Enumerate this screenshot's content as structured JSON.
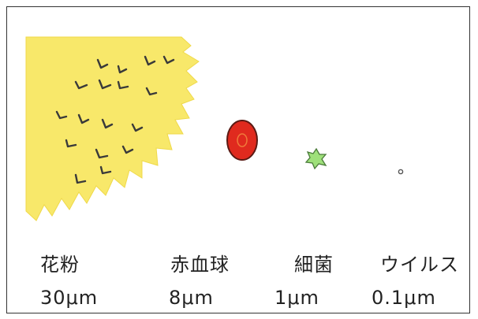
{
  "colors": {
    "pollen": "#f8e86a",
    "pollen_spike": "#efd94a",
    "pollen_mark": "#3a3a3a",
    "red_blood_cell": "#e02a1e",
    "red_blood_cell_highlight": "#f07a3a",
    "bacteria": "#9ee07a",
    "virus": "#555555"
  },
  "items": [
    {
      "name": "花粉",
      "size": "30μm"
    },
    {
      "name": "赤血球",
      "size": "8μm"
    },
    {
      "name": "細菌",
      "size": "1μm"
    },
    {
      "name": "ウイルス",
      "size": "0.1μm"
    }
  ]
}
